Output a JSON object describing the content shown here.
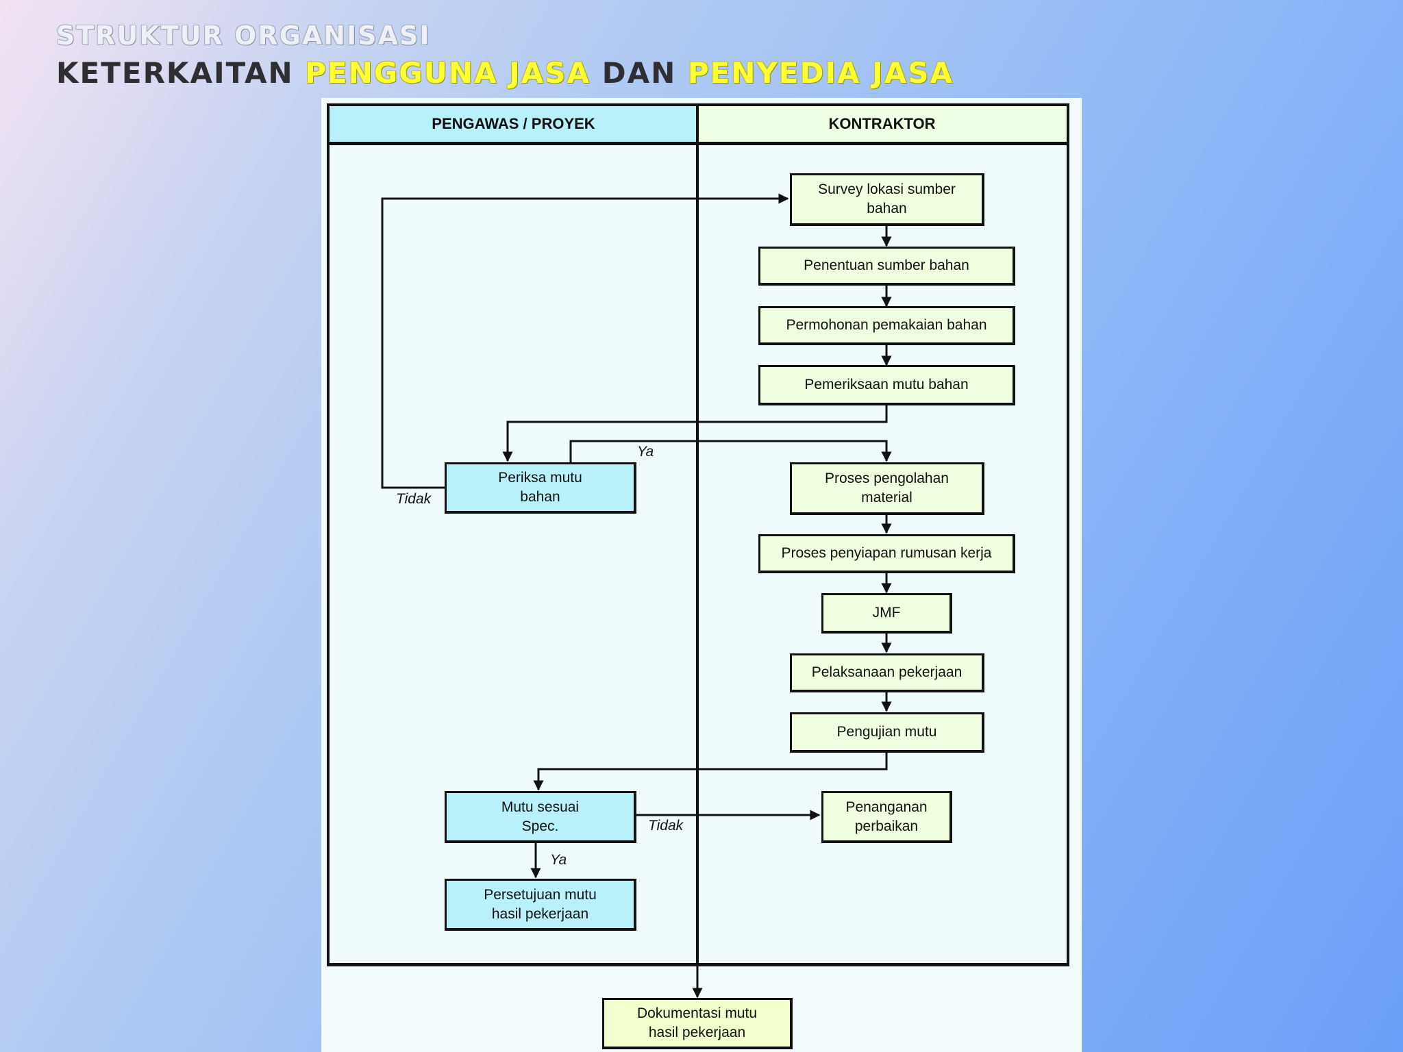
{
  "header": {
    "subtitle": "STRUKTUR ORGANISASI",
    "title_parts": [
      "KETERKAITAN ",
      "PENGGUNA JASA",
      " DAN ",
      "PENYEDIA JASA"
    ]
  },
  "lanes": {
    "left": "PENGAWAS / PROYEK",
    "right": "KONTRAKTOR"
  },
  "boxes": {
    "survey": "Survey lokasi sumber\nbahan",
    "penentuan": "Penentuan sumber bahan",
    "permohonan": "Permohonan pemakaian bahan",
    "pemeriksaan": "Pemeriksaan mutu bahan",
    "periksa": "Periksa mutu\nbahan",
    "proses_pengolahan": "Proses pengolahan\nmaterial",
    "proses_penyiapan": "Proses penyiapan rumusan kerja",
    "jmf": "JMF",
    "pelaksanaan": "Pelaksanaan pekerjaan",
    "pengujian": "Pengujian mutu",
    "mutu_sesuai": "Mutu sesuai\nSpec.",
    "penanganan": "Penanganan\nperbaikan",
    "persetujuan": "Persetujuan mutu\nhasil pekerjaan",
    "dokumentasi": "Dokumentasi mutu\nhasil pekerjaan"
  },
  "labels": {
    "ya_1": "Ya",
    "tidak_1": "Tidak",
    "tidak_2": "Tidak",
    "ya_2": "Ya"
  },
  "colors": {
    "highlight": "#ffff33",
    "lane_left": "#b9f1fb",
    "lane_right": "#efffe4",
    "box_green": "#efffe0",
    "box_cyan": "#b9f1fb",
    "box_yellow": "#f3ffcc"
  }
}
